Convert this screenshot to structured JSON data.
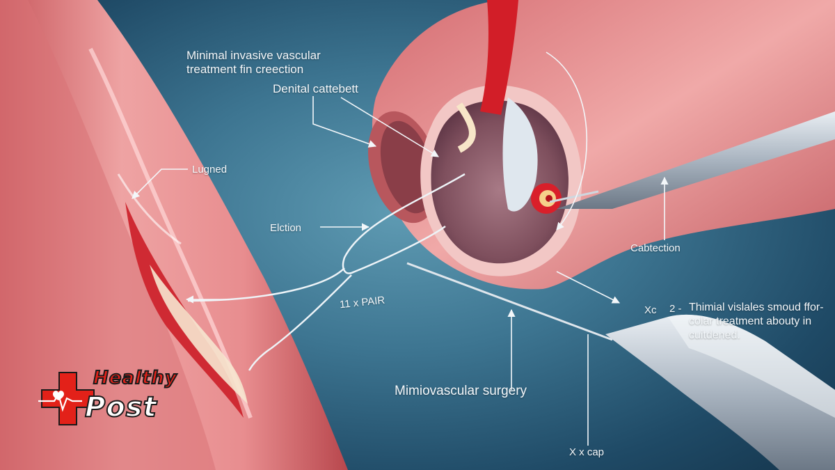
{
  "title_line1": "Minimal invasive vascular",
  "title_line2": "treatment fin creection",
  "labels": {
    "denital": "Denital cattebett",
    "lugned": "Lugned",
    "elction": "Elction",
    "pair": "11 x PAIR",
    "cabtection": "Cabtection",
    "xc": "Xc",
    "note_num": "2 -",
    "note": "Thimial vislales smoud ffor-colar treatment abouty in cuitdened.",
    "mimio": "Mimiovascular surgery",
    "xcap": "X x cap"
  },
  "logo": {
    "word1": "Healthy",
    "word2": "Post"
  },
  "colors": {
    "background": "#3d7591",
    "vessel": "#e8878a",
    "logo_red": "#e32119"
  }
}
